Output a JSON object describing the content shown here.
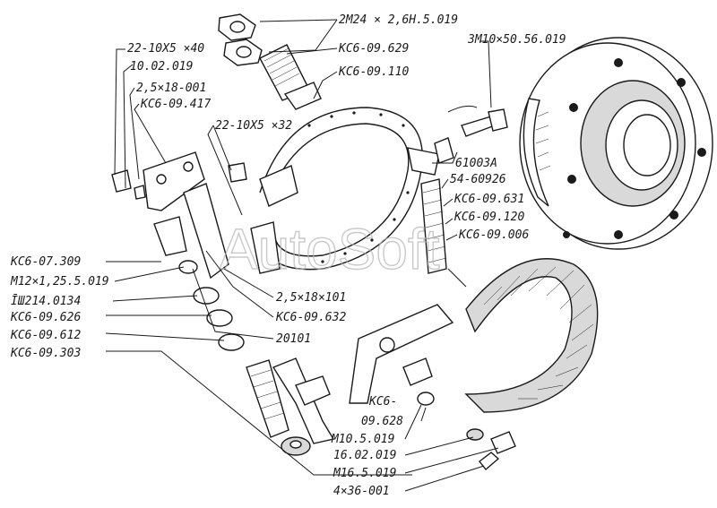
{
  "labels": {
    "l01": "2М24 × 2,6Н.5.019",
    "l02": "КС6-09.629",
    "l03": "КС6-09.110",
    "l04": "3М10×50.56.019",
    "l05": "22-10Х5 ×40",
    "l06": "10.02.019",
    "l07": "2,5×18-001",
    "l08": "КС6-09.417",
    "l09": "22-10Х5 ×32",
    "l10": "61003А",
    "l11": "54-60926",
    "l12": "КС6-09.631",
    "l13": "КС6-09.120",
    "l14": "КС6-09.006",
    "l15": "КС6-07.309",
    "l16": "М12×1,25.5.019",
    "l17": "ĪШ214.0134",
    "l18": "КС6-09.626",
    "l19": "КС6-09.612",
    "l20": "КС6-09.303",
    "l21": "2,5×18×101",
    "l22": "КС6-09.632",
    "l23": "20101",
    "l24": "КС6-",
    "l25": "09.628",
    "l26": "М10.5.019",
    "l27": "16.02.019",
    "l28": "М16.5.019",
    "l29": "4×36-001"
  },
  "watermark": "AutoSoft"
}
